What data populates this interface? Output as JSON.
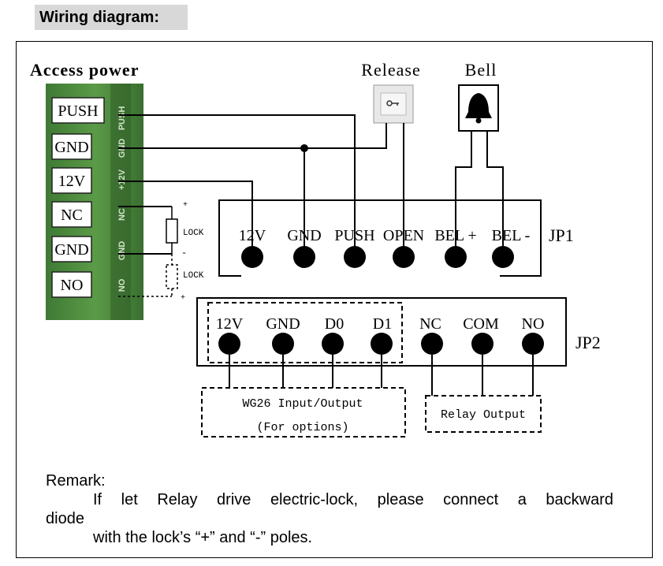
{
  "heading": "Wiring diagram:",
  "access_power": {
    "title": "Access power",
    "terminals": [
      "PUSH",
      "GND",
      "12V",
      "NC",
      "GND",
      "NO"
    ],
    "board_labels": [
      "PUSH",
      "GND",
      "+12V",
      "NC",
      "GND",
      "NO"
    ]
  },
  "lock": {
    "label": "LOCK",
    "label2": "LOCK",
    "plus": "+",
    "minus": "-",
    "plus2": "+"
  },
  "release": {
    "label": "Release"
  },
  "bell": {
    "label": "Bell"
  },
  "jp1": {
    "name": "JP1",
    "pins": [
      "12V",
      "GND",
      "PUSH",
      "OPEN",
      "BEL +",
      "BEL -"
    ]
  },
  "jp2": {
    "name": "JP2",
    "pins": [
      "12V",
      "GND",
      "D0",
      "D1",
      "NC",
      "COM",
      "NO"
    ]
  },
  "wg26": {
    "line1": "WG26 Input/Output",
    "line2": "(For options)"
  },
  "relay": {
    "label": "Relay Output"
  },
  "remark": {
    "title": "Remark:",
    "line1": "If let Relay drive electric-lock, please connect a backward",
    "line2": "diode",
    "line3": "with the lock’s “+” and “-” poles."
  }
}
